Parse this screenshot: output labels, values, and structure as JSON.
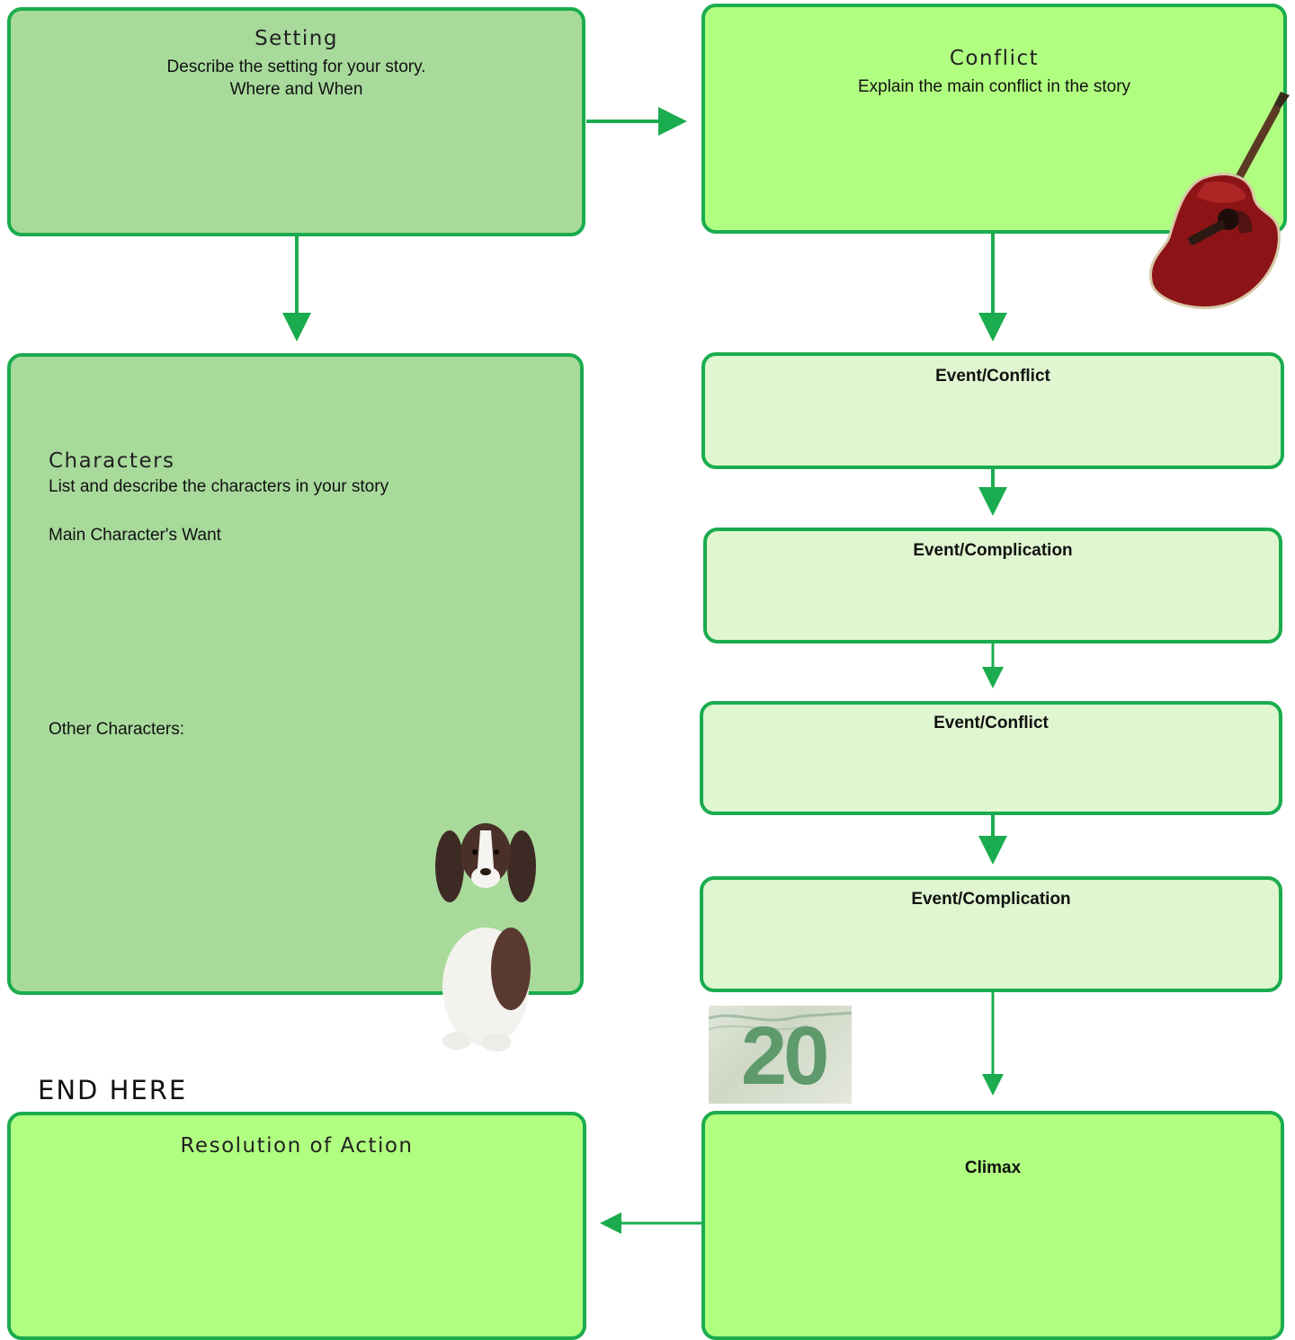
{
  "setting": {
    "title": "Setting",
    "line1": "Describe the setting for your story.",
    "line2": "Where and When"
  },
  "conflict": {
    "title": "Conflict",
    "line1": "Explain the main conflict in the story"
  },
  "characters": {
    "title": "Characters",
    "line1": "List and describe the characters in your story",
    "want": "Main Character's Want",
    "others": "Other Characters:"
  },
  "events": [
    {
      "label": "Event/Conflict"
    },
    {
      "label": "Event/Complication"
    },
    {
      "label": "Event/Conflict"
    },
    {
      "label": "Event/Complication"
    }
  ],
  "climax": {
    "label": "Climax"
  },
  "resolution": {
    "title": "Resolution of Action"
  },
  "end_label": "END HERE",
  "images": {
    "guitar": "guitar-illustration",
    "dog": "spaniel-dog-photo",
    "banknote": "twenty-banknote-fragment",
    "banknote_text": "20"
  },
  "colors": {
    "border": "#1aac4e",
    "dark_fill": "#a8da9c",
    "bright_fill": "#b1ff80",
    "pale_fill": "#dff6d0"
  }
}
